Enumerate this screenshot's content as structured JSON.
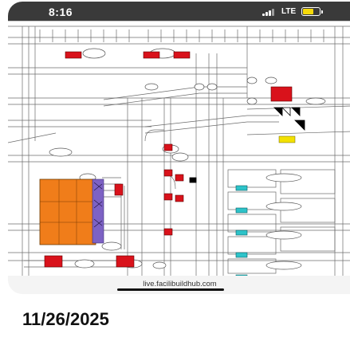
{
  "status_bar": {
    "time": "8:16",
    "network": "LTE"
  },
  "browser": {
    "url": "live.facilibuildhub.com"
  },
  "photo": {
    "date_caption": "11/26/2025"
  },
  "colors": {
    "equipment_orange": "#f07d1a",
    "equipment_purple": "#7d62c4",
    "equipment_red": "#d9121b",
    "equipment_cyan": "#2dc3c9",
    "line_work": "#5a5a5a",
    "battery_yellow": "#f5d90a"
  },
  "icons": {
    "signal": "signal-bars-icon",
    "battery": "battery-charging-icon"
  }
}
